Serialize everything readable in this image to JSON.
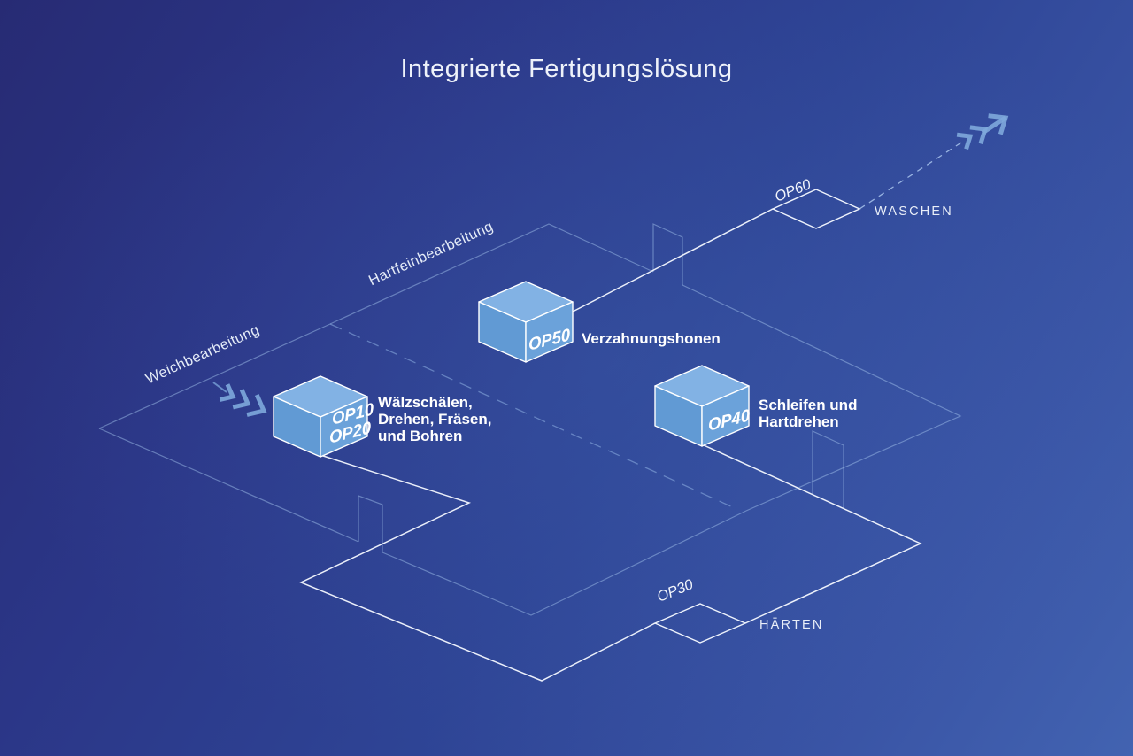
{
  "title": "Integrierte Fertigungslösung",
  "lanes": {
    "weich": "Weichbearbeitung",
    "hart": "Hartfeinbearbeitung"
  },
  "boxes": {
    "op10": {
      "ops": [
        "OP10",
        "OP20"
      ],
      "caption": [
        "Wälzschälen,",
        "Drehen, Fräsen,",
        "und Bohren"
      ]
    },
    "op50": {
      "ops": [
        "OP50"
      ],
      "caption": [
        "Verzahnungshonen"
      ]
    },
    "op40": {
      "ops": [
        "OP40"
      ],
      "caption": [
        "Schleifen und",
        "Hartdrehen"
      ]
    }
  },
  "checkpoints": {
    "op30": {
      "op": "OP30",
      "caption": "HÄRTEN"
    },
    "op60": {
      "op": "OP60",
      "caption": "WASCHEN"
    }
  },
  "icons": {
    "inflow": "inflow-arrow-icon",
    "outflow": "outflow-arrow-icon"
  },
  "colors": {
    "background_start": "#272b74",
    "background_end": "#4263b1",
    "box_top": "#82b2e4",
    "box_left": "#619ad4",
    "box_right": "#6ba2da",
    "bright_line": "#f5f9ff",
    "faint_line": "#9fc0ea",
    "arrow": "#7ea8dc",
    "text": "#ffffff"
  }
}
